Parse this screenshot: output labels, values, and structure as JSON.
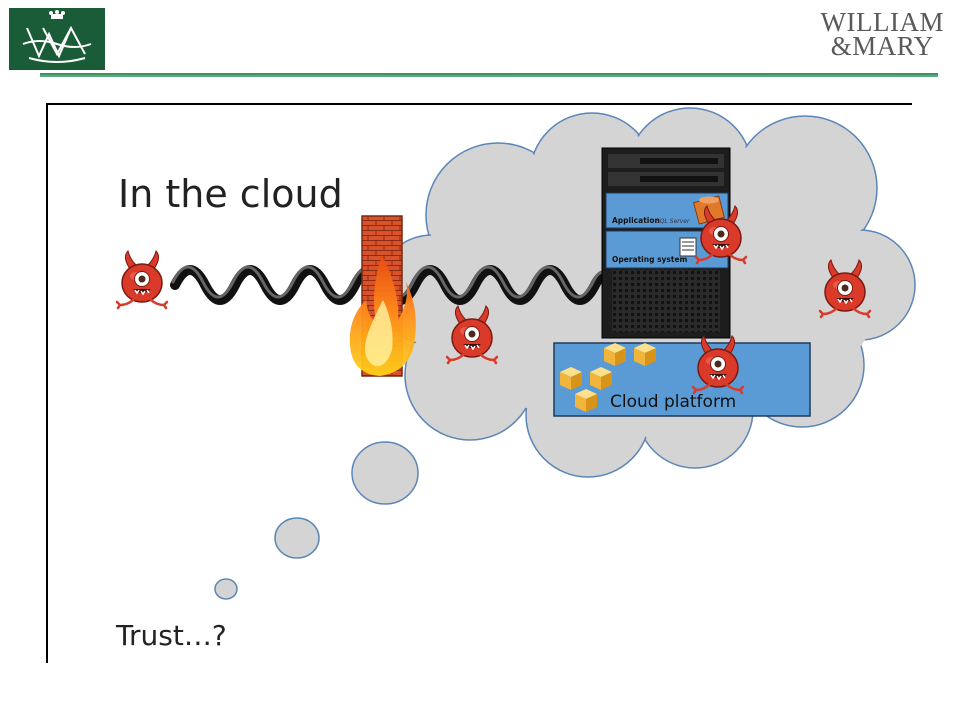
{
  "header": {
    "wordmark_line1": "WILLIAM",
    "wordmark_line2": "&MARY",
    "logo_icon": "cypher-crest-icon",
    "brand_green": "#1a5c38"
  },
  "slide": {
    "title": "In the cloud",
    "trust_text": "Trust…?",
    "cloud_platform_label": "Cloud platform",
    "application_label": "Application",
    "sql_server_label": "SQL Server",
    "operating_system_label": "Operating system",
    "cloud_color": "#d4d4d4",
    "platform_color": "#5b9bd5",
    "monster_color": "#d93a2a"
  }
}
